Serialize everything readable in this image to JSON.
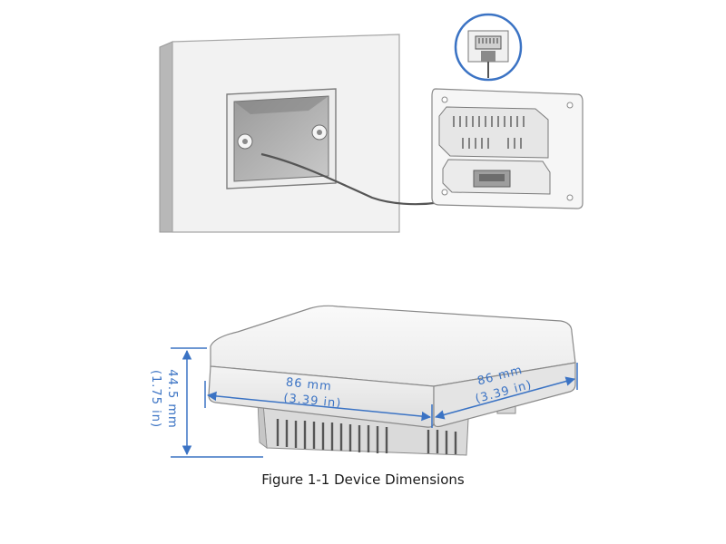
{
  "caption": "Figure 1-1 Device Dimensions",
  "dimensions": {
    "width_mm": "86 mm",
    "width_in": "(3.39 in)",
    "depth_mm": "86 mm",
    "depth_in": "(3.39 in)",
    "height_mm": "44.5 mm",
    "height_in": "(1.75 in)"
  },
  "colors": {
    "dimension": "#3b73c4",
    "outline": "#8a8a8a",
    "wall_dark": "#b8b8b8",
    "cable": "#555555"
  },
  "icons": {
    "wall": "wall-plate-with-junction-box",
    "device": "wall-mount-access-point",
    "callout": "ethernet-port-detail"
  }
}
